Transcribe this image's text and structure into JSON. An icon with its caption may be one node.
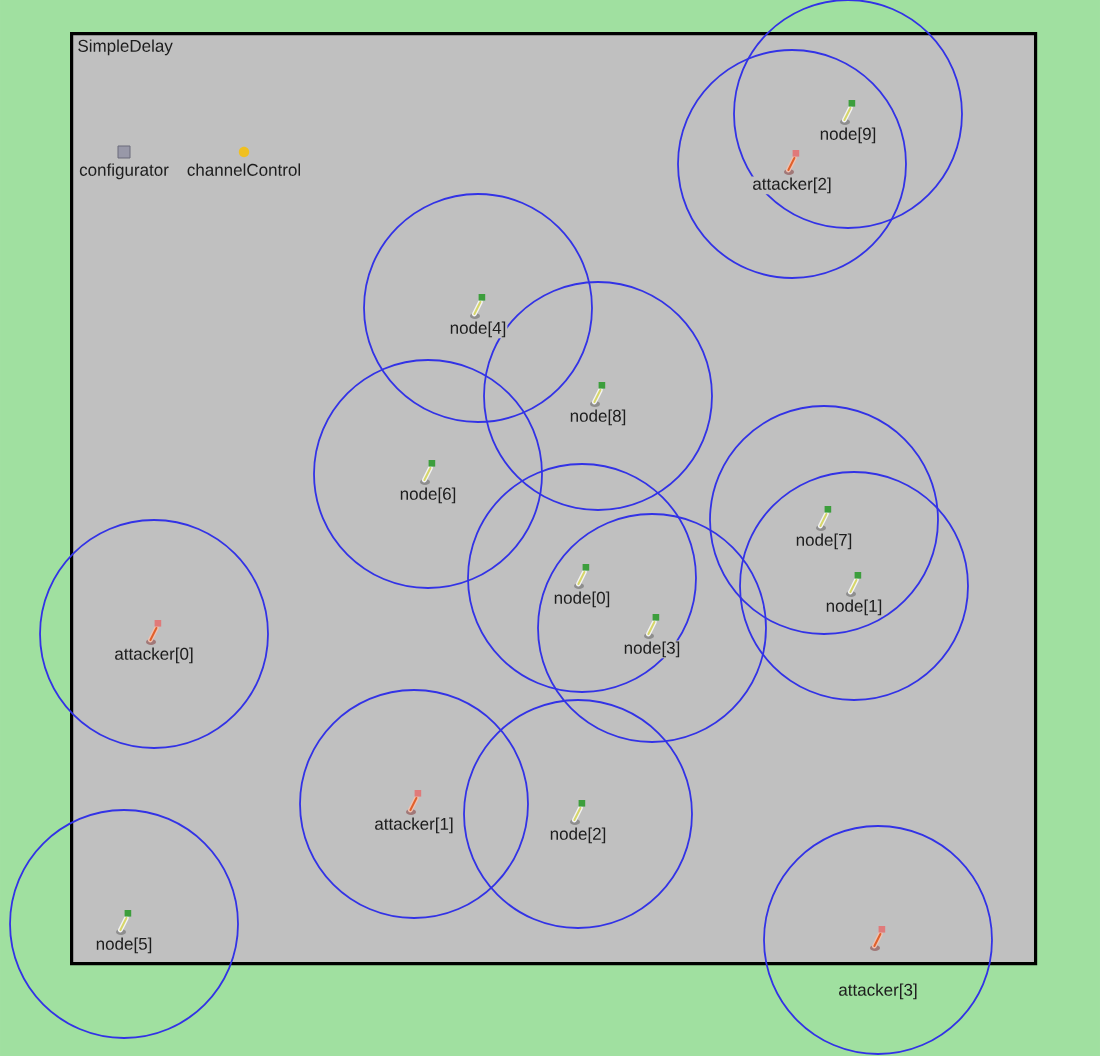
{
  "diagram": {
    "nodes": [
      {
        "text": [
          "SimpleDelay"
        ]
      }
    ],
    "labels": [
      "node[9]",
      "configurator",
      "channelControl",
      "attacker[2]",
      "node[4]",
      "node[8]",
      "node[6]",
      "node[7]",
      "node[0]",
      "node[1]",
      "attacker[0]",
      "node[3]",
      "attacker[1]",
      "node[2]",
      "node[5]",
      "attacker[3]"
    ]
  }
}
